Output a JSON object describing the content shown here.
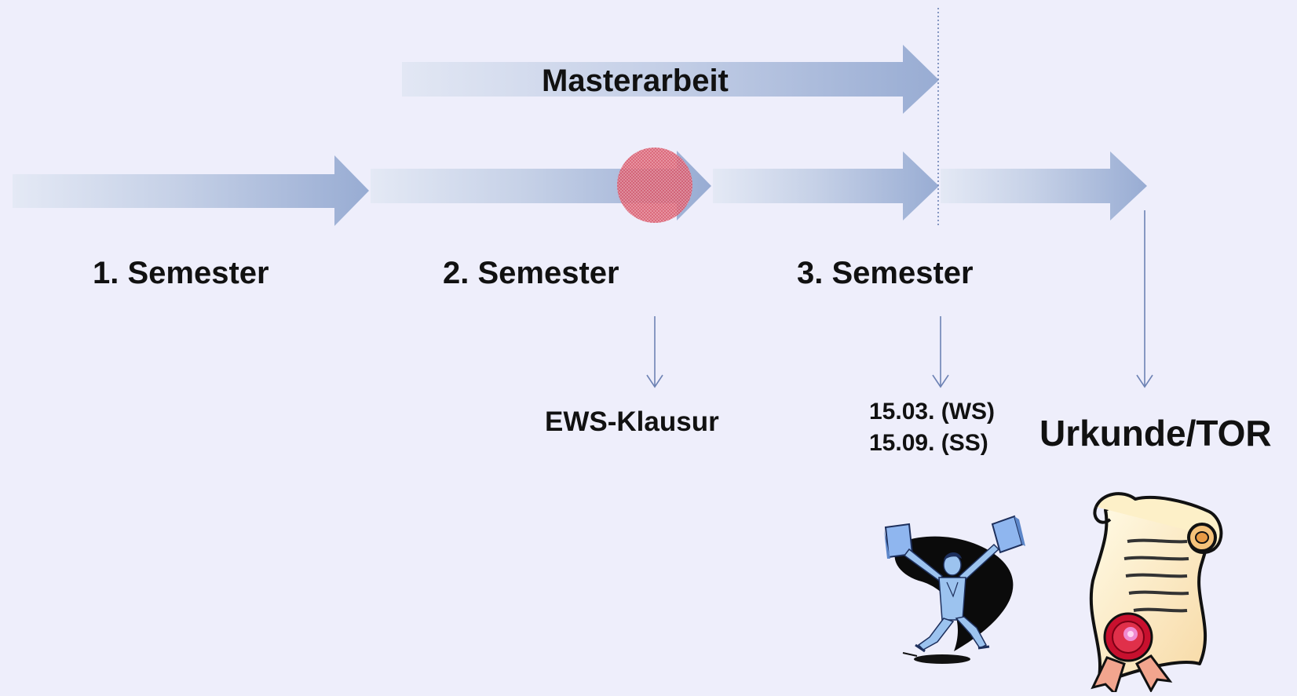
{
  "diagram": {
    "masterarbeit": {
      "label": "Masterarbeit"
    },
    "semesters": [
      {
        "label": "1. Semester"
      },
      {
        "label": "2. Semester"
      },
      {
        "label": "3. Semester"
      }
    ],
    "milestones": {
      "ews_klausur": {
        "label": "EWS-Klausur"
      },
      "deadlines": {
        "winter": "15.03. (WS)",
        "summer": "15.09. (SS)"
      },
      "certificate": {
        "label": "Urkunde/TOR"
      }
    },
    "icons": {
      "marker": "red-circle-marker-icon",
      "celebration": "jumping-person-with-books-icon",
      "certificate": "diploma-scroll-with-seal-icon"
    },
    "colors": {
      "background": "#eeeefb",
      "arrow_start": "#e4e9f5",
      "arrow_end": "#98acd3",
      "marker": "#d96272",
      "connector": "#6d82b4"
    }
  }
}
